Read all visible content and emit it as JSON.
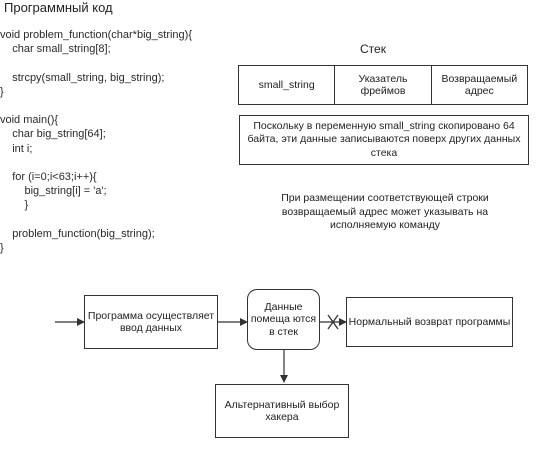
{
  "title": "Программный код",
  "code_lines": [
    "void problem_function(char*big_string){",
    "    char small_string[8];",
    "",
    "    strcpy(small_string, big_string);",
    "}",
    "",
    "void main(){",
    "    char big_string[64];",
    "    int i;",
    "",
    "    for (i=0;i<63;i++){",
    "        big_string[i] = 'a';",
    "        }",
    "",
    "    problem_function(big_string);",
    "}"
  ],
  "stack": {
    "title": "Стек",
    "cells": [
      "small_string",
      "Указатель фреймов",
      "Возвращаемый адрес"
    ]
  },
  "note_box": "Поскольку в переменную small_string скопировано 64 байта, эти данные записываются поверх других данных стека",
  "note_text": "При размещении соответствующей строки возвращаемый адрес может указывать на исполняемую команду",
  "flow": {
    "input": "Программа осуществляет ввод данных",
    "stack": "Данные помеща ются в стек",
    "normal": "Нормальный возврат программы",
    "hacker": "Альтернативный выбор хакера"
  }
}
